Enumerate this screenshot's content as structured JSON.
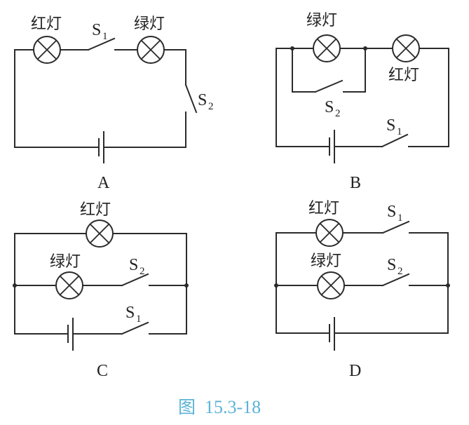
{
  "figure": {
    "caption_prefix": "图",
    "caption_number": "15.3-18"
  },
  "components": {
    "red_lamp": "红灯",
    "green_lamp": "绿灯",
    "switch_symbol": "S",
    "switch1_sub": "1",
    "switch2_sub": "2"
  },
  "circuits": [
    {
      "option": "A",
      "description": "Red lamp, S1, green lamp, S2 and battery all in series"
    },
    {
      "option": "B",
      "description": "Green lamp with S2 in parallel across it, in series with red lamp, S1 and battery"
    },
    {
      "option": "C",
      "description": "Red lamp branch in parallel with green lamp + S2 branch; battery with S1 in main line"
    },
    {
      "option": "D",
      "description": "Red lamp + S1 branch in parallel with green lamp + S2 branch; battery in main line"
    }
  ],
  "colors": {
    "line": "#2b2b2b",
    "caption": "#5bb3d6"
  }
}
